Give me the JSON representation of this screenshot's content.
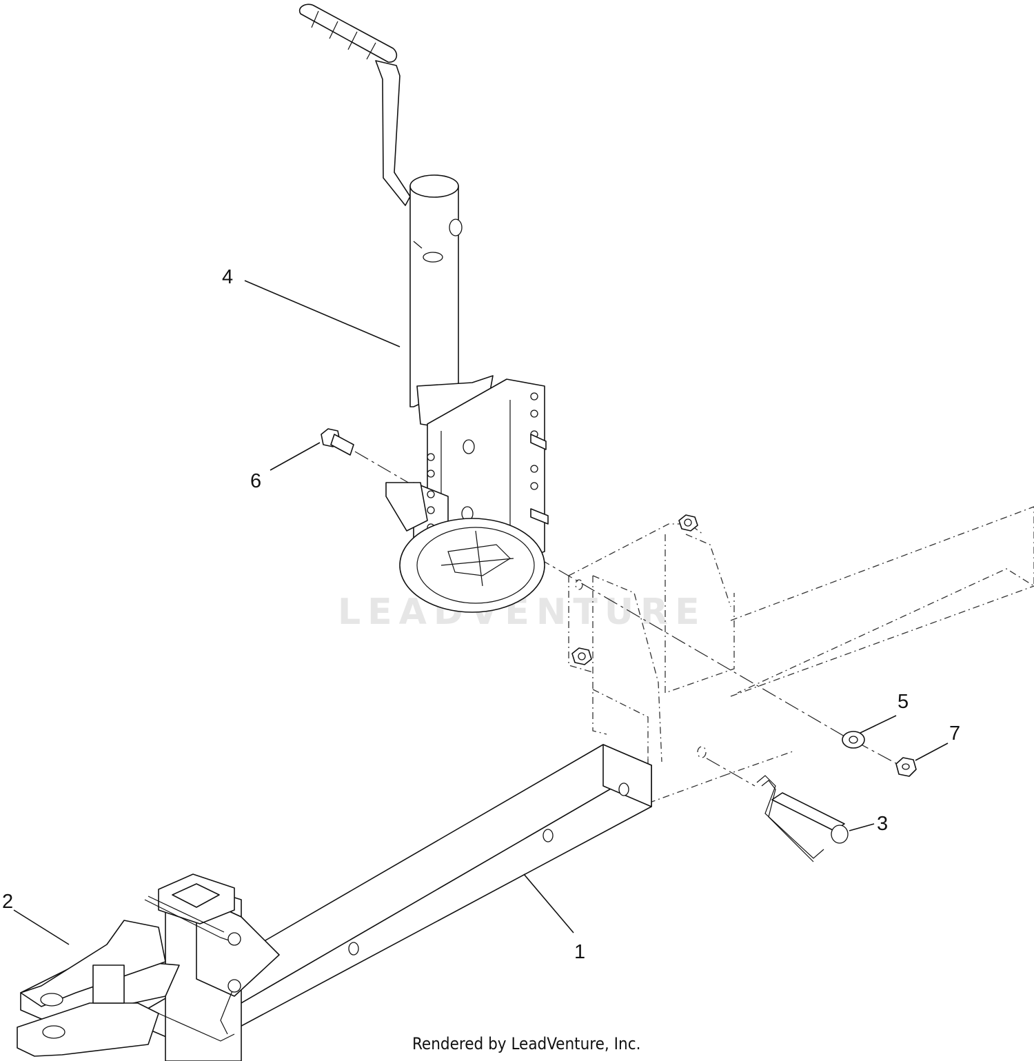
{
  "diagram": {
    "callouts": [
      {
        "number": "1"
      },
      {
        "number": "2"
      },
      {
        "number": "3"
      },
      {
        "number": "4"
      },
      {
        "number": "5"
      },
      {
        "number": "6"
      },
      {
        "number": "7"
      }
    ],
    "watermark": "LEADVENTURE",
    "credit": "Rendered by LeadVenture, Inc."
  },
  "colors": {
    "line": "#111111",
    "background": "#ffffff",
    "watermark": "#e6e6e6"
  }
}
